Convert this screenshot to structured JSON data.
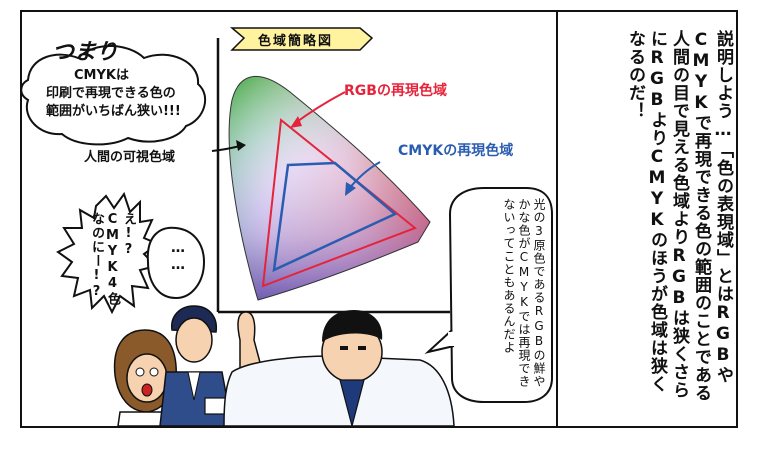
{
  "narration": "説明しよう…「色の表現域」とはRGBやCMYKで再現できる色の範囲のことである人間の目で見える色域よりRGBは狭くさらにRGBよりCMYKのほうが色域は狭くなるのだ！",
  "summary_bubble": {
    "title": "つまり",
    "line1": "CMYKは",
    "line2": "印刷で再現できる色の",
    "line3": "範囲がいちばん狭い!!!"
  },
  "diagram": {
    "title": "色域簡略図",
    "label_rgb": "RGBの再現色域",
    "label_cmyk": "CMYKの再現色域",
    "label_human": "人間の可視色域",
    "colors": {
      "rgb": "#e5243b",
      "cmyk": "#2a5db0"
    }
  },
  "shock_bubble": "え!?CMYK4色なのにー!?",
  "ellipsis_bubble": "……",
  "explain_bubble": "光の3原色であるRGBの鮮やかな色がCMYKでは再現できないってこともあるんだよ"
}
